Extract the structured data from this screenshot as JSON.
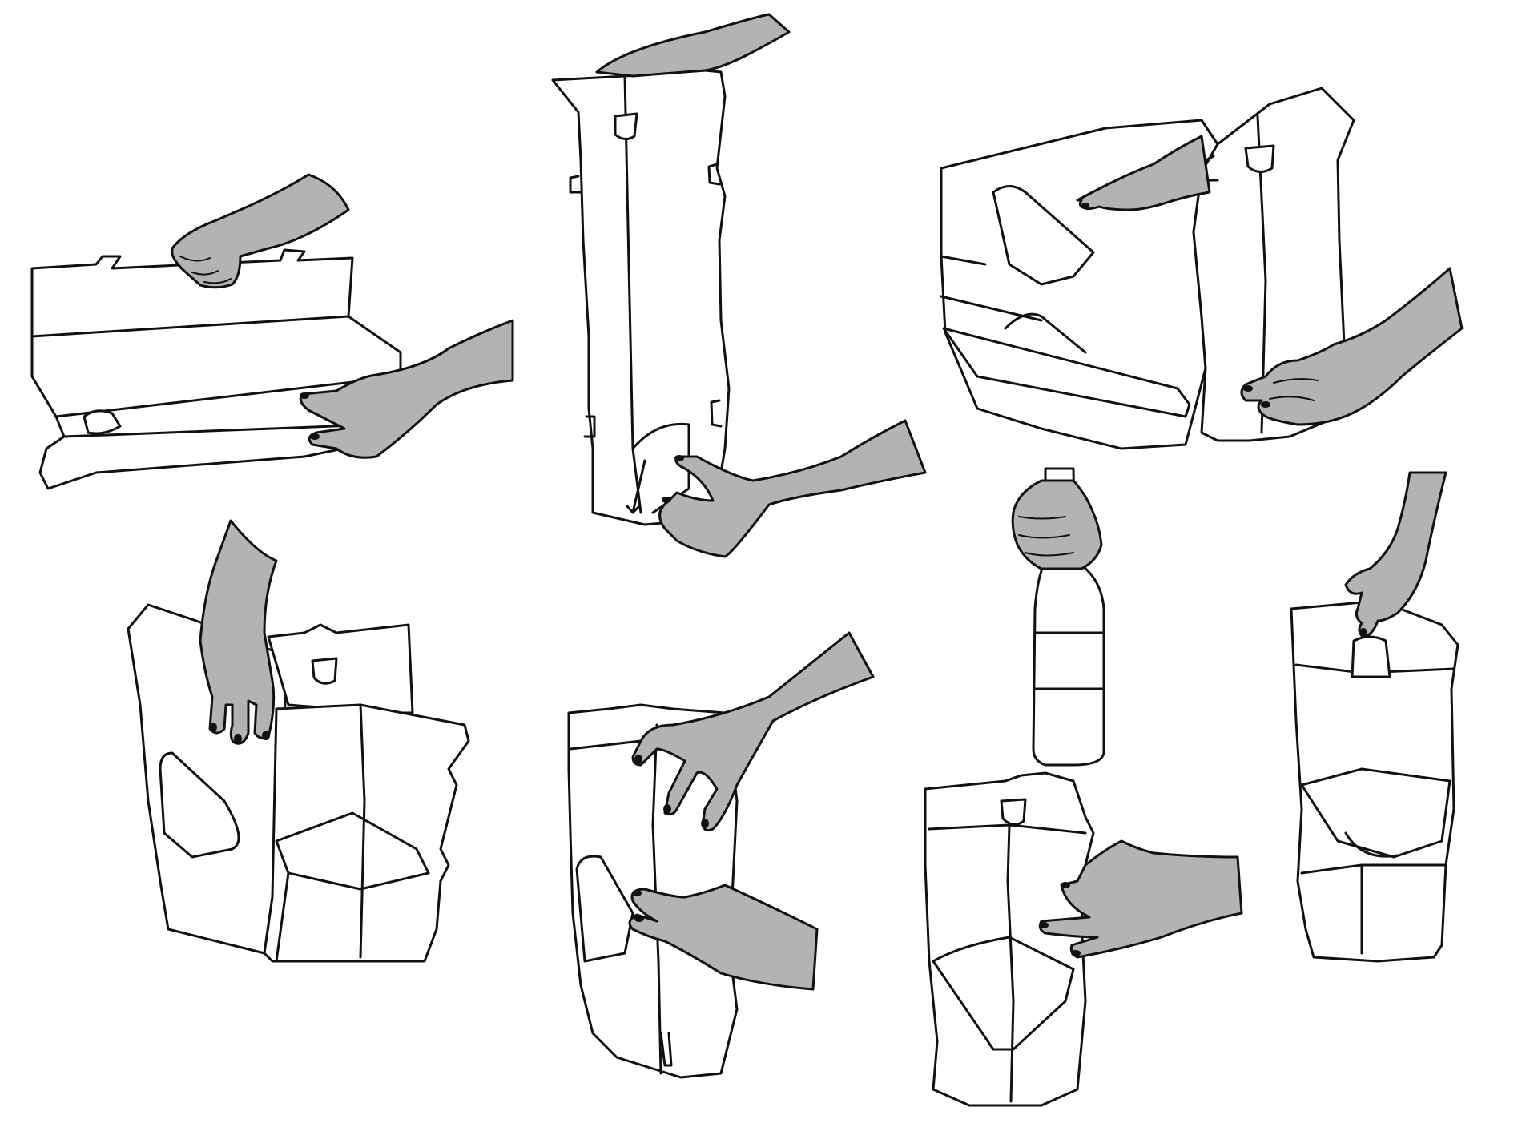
{
  "illustration": {
    "colors": {
      "background": "#ffffff",
      "outline": "#111111",
      "hand_fill": "#b3b3b3"
    },
    "steps": [
      {
        "id": "step-1",
        "depicts": "hand-lifting-flat-carton"
      },
      {
        "id": "step-2",
        "depicts": "hand-folding-carton-upright"
      },
      {
        "id": "step-3",
        "depicts": "hands-folding-panels"
      },
      {
        "id": "step-4",
        "depicts": "hand-inside-opened-carton"
      },
      {
        "id": "step-5",
        "depicts": "hands-closing-carton-tube"
      },
      {
        "id": "step-6",
        "depicts": "hand-holding-bottle-above-carton"
      },
      {
        "id": "step-7",
        "depicts": "hand-inserting-bottle"
      }
    ]
  }
}
